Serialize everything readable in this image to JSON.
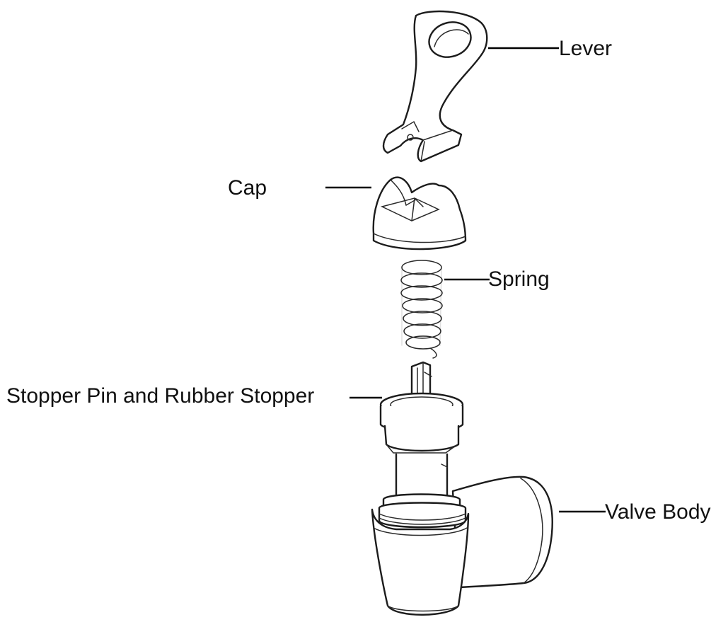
{
  "labels": {
    "lever": "Lever",
    "cap": "Cap",
    "spring": "Spring",
    "stopper": "Stopper Pin and Rubber Stopper",
    "valve_body": "Valve Body"
  }
}
